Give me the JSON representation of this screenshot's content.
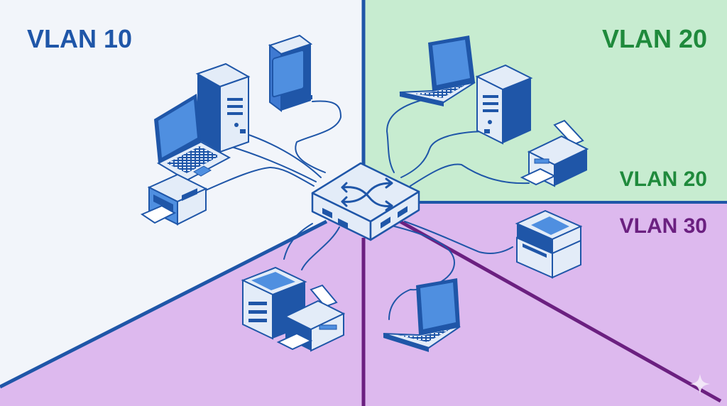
{
  "zones": [
    {
      "id": "a",
      "label": "VLAN 10",
      "color": "#1f56a8",
      "fill": "#f2f5fa"
    },
    {
      "id": "b",
      "label": "VLAN 20",
      "color": "#1f8a3c",
      "fill": "#c7ecd0"
    },
    {
      "id": "c",
      "label": "VLAN 20",
      "color": "#1f8a3c",
      "fill": "#c7ecd0"
    },
    {
      "id": "d",
      "label": "VLAN 30",
      "color": "#6b2080",
      "fill": "#ddb9ee"
    }
  ],
  "colors": {
    "device_blue": "#1f56a8",
    "screen_blue": "#4f8fe0",
    "device_light": "#e3ecf8",
    "divider_blue": "#1f56a8",
    "divider_purple": "#6b2080"
  },
  "devices": [
    {
      "type": "tower-server",
      "icon": "tower-server-icon",
      "zone": "a"
    },
    {
      "type": "tower-server",
      "icon": "tower-server-icon",
      "zone": "a"
    },
    {
      "type": "laptop",
      "icon": "laptop-icon",
      "zone": "a"
    },
    {
      "type": "printer",
      "icon": "printer-icon",
      "zone": "a"
    },
    {
      "type": "laptop",
      "icon": "laptop-icon",
      "zone": "b"
    },
    {
      "type": "tower-server",
      "icon": "tower-server-icon",
      "zone": "b"
    },
    {
      "type": "printer",
      "icon": "printer-icon",
      "zone": "b"
    },
    {
      "type": "copier",
      "icon": "copier-icon",
      "zone": "d"
    },
    {
      "type": "laptop",
      "icon": "laptop-icon",
      "zone": "d"
    },
    {
      "type": "tower-server",
      "icon": "tower-server-icon",
      "zone": "d"
    },
    {
      "type": "printer",
      "icon": "printer-icon",
      "zone": "d"
    }
  ],
  "switch": {
    "icon": "network-switch-icon"
  },
  "watermark": {
    "icon": "sparkle-icon"
  }
}
